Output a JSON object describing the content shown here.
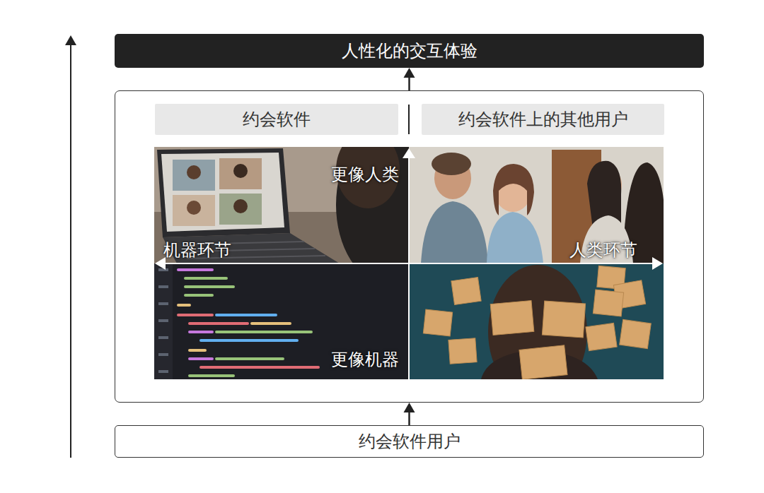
{
  "diagram": {
    "nodes": [
      {
        "text": [
          "人性化的交互体验"
        ]
      },
      {
        "text": []
      },
      {
        "text": [
          "约会软件"
        ],
        "in": 1
      },
      {
        "text": [
          "约会软件上的其他用户"
        ],
        "in": 1
      },
      {
        "text": [
          "更像人类",
          "机器环节",
          "人类环节",
          "更像机器"
        ],
        "in": 1
      },
      {
        "text": [
          "约会软件用户"
        ]
      }
    ],
    "edges": [
      {
        "from": 5,
        "to": 1,
        "arrow": "to"
      },
      {
        "from": 1,
        "to": 0,
        "arrow": "to"
      }
    ]
  }
}
